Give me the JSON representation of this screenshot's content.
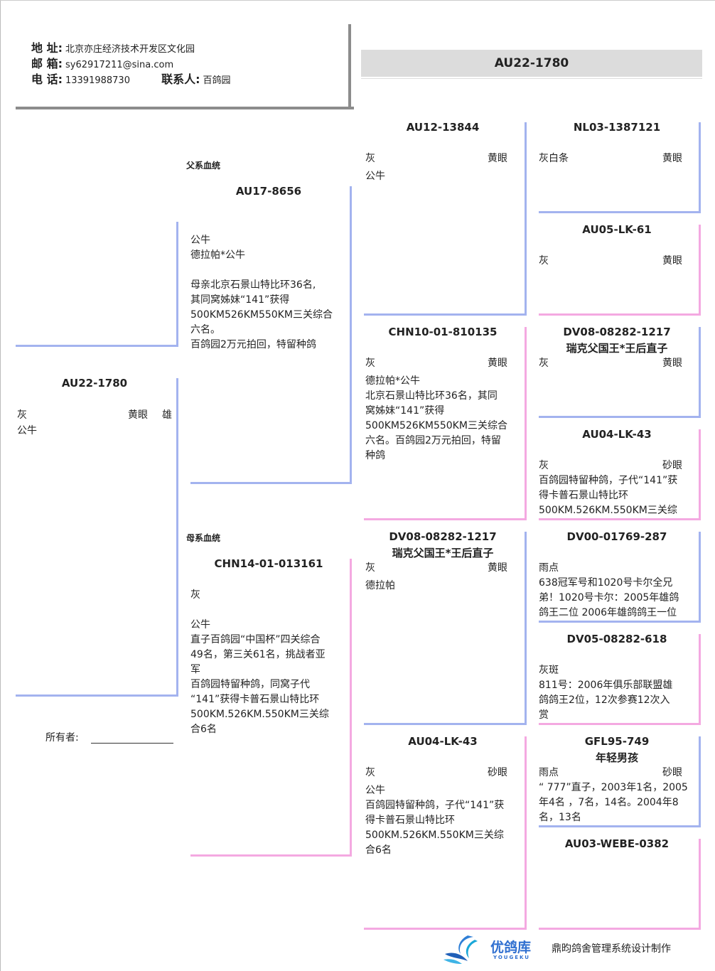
{
  "contact": {
    "address_label": "地 址:",
    "address": "北京亦庄经济技术开发区文化园",
    "email_label": "邮 箱:",
    "email": "sy62917211@sina.com",
    "phone_label": "电 话:",
    "phone": "13391988730",
    "contact_label": "联系人:",
    "contact": "百鸽园"
  },
  "title": "AU22-1780",
  "subject": {
    "ring": "AU22-1780",
    "color": "灰",
    "eye": "黄眼",
    "sex": "雄",
    "line2": "公牛",
    "owner_label": "所有者:"
  },
  "sire_section_label": "父系血统",
  "dam_section_label": "母系血统",
  "sire": {
    "ring": "AU17-8656",
    "lines": [
      "公牛",
      "德拉帕*公牛",
      "",
      "母亲北京石景山特比环36名,",
      "其同窝姊妹“141”获得",
      "500KM526KM550KM三关综合",
      "六名。",
      "百鸽园2万元拍回，特留种鸽"
    ]
  },
  "dam": {
    "ring": "CHN14-01-013161",
    "lines": [
      "灰",
      "",
      "公牛",
      "直子百鸽园“中国杯”四关综合",
      "49名，第三关61名，挑战者亚",
      "军",
      "百鸽园特留种鸽，同窝子代",
      "“141”获得卡普石景山特比环",
      "500KM.526KM.550KM三关综",
      "合6名"
    ]
  },
  "gen3": [
    {
      "ring": "AU12-13844",
      "ring2": "",
      "color": "灰",
      "eye": "黄眼",
      "lines": [
        "公牛"
      ]
    },
    {
      "ring": "CHN10-01-810135",
      "ring2": "",
      "color": "灰",
      "eye": "黄眼",
      "lines": [
        "德拉帕*公牛",
        "北京石景山特比环36名，其同",
        "窝姊妹“141”获得",
        "500KM526KM550KM三关综合",
        "六名。百鸽园2万元拍回，特留",
        "种鸽"
      ]
    },
    {
      "ring": "DV08-08282-1217",
      "ring2": "瑞克父国王*王后直子",
      "color": "灰",
      "eye": "黄眼",
      "lines": [
        "德拉帕"
      ]
    },
    {
      "ring": "AU04-LK-43",
      "ring2": "",
      "color": "灰",
      "eye": "砂眼",
      "lines": [
        "公牛",
        "百鸽园特留种鸽，子代“141”获",
        "得卡普石景山特比环",
        "500KM.526KM.550KM三关综",
        "合6名"
      ]
    }
  ],
  "gen4": [
    {
      "ring": "NL03-1387121",
      "ring2": "",
      "color": "灰白条",
      "eye": "黄眼",
      "lines": []
    },
    {
      "ring": "AU05-LK-61",
      "ring2": "",
      "color": "灰",
      "eye": "黄眼",
      "lines": []
    },
    {
      "ring": "DV08-08282-1217",
      "ring2": "瑞克父国王*王后直子",
      "color": "灰",
      "eye": "黄眼",
      "lines": []
    },
    {
      "ring": "AU04-LK-43",
      "ring2": "",
      "color": "灰",
      "eye": "砂眼",
      "lines": [
        "百鸽园特留种鸽，子代“141”获",
        "得卡普石景山特比环",
        "500KM.526KM.550KM三关综"
      ]
    },
    {
      "ring": "DV00-01769-287",
      "ring2": "",
      "color": "雨点",
      "eye": "",
      "lines": [
        "638冠军号和1020号卡尔全兄",
        "弟！1020号卡尔：2005年雄鸽",
        "鸽王二位 2006年雄鸽鸽王一位"
      ]
    },
    {
      "ring": "DV05-08282-618",
      "ring2": "",
      "color": "灰斑",
      "eye": "",
      "lines": [
        "811号：2006年俱乐部联盟雄",
        "鸽鸽王2位，12次参赛12次入",
        "赏"
      ]
    },
    {
      "ring": "GFL95-749",
      "ring2": "年轻男孩",
      "color": "雨点",
      "eye": "砂眼",
      "lines": [
        "“ 777”直子，2003年1名，2005",
        "年4名 ，7名，14名。2004年8",
        "名，13名"
      ]
    },
    {
      "ring": "AU03-WEBE-0382",
      "ring2": "",
      "color": "",
      "eye": "",
      "lines": []
    }
  ],
  "footer": {
    "logo_text": "优鸽库",
    "logo_sub": "YOUGEKU",
    "credit": "鼎昀鸽舍管理系统设计制作"
  }
}
